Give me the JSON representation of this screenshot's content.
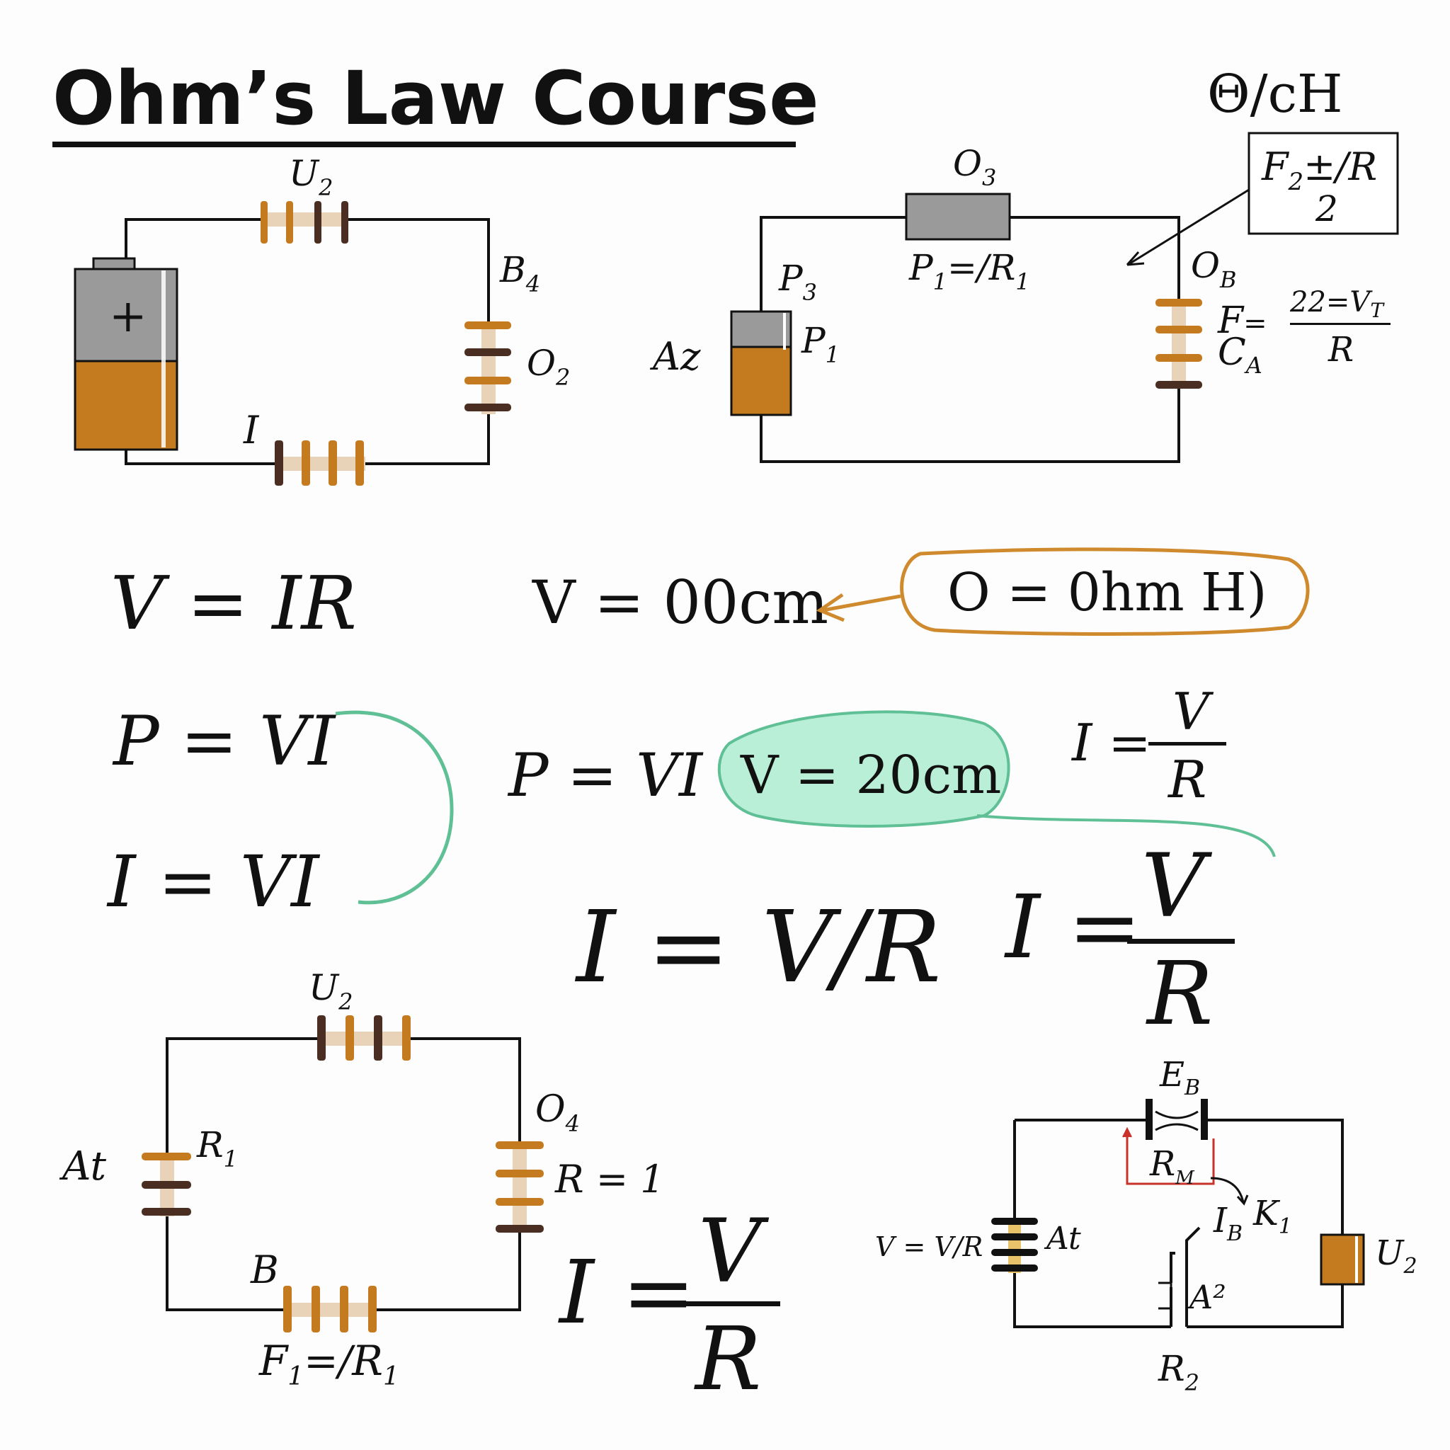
{
  "title": "Ohm’s Law   Course",
  "corner_label": "Θ/cH",
  "circuit_top_left": {
    "label_top": "U",
    "label_top_sub": "2",
    "label_right": "B",
    "label_right_sub": "4",
    "label_res": "O",
    "label_res_sub": "2",
    "label_bottom": "I",
    "battery_sign": "+"
  },
  "circuit_top_right": {
    "label_top": "O",
    "label_top_sub": "3",
    "label_top_res": "P",
    "label_top_res_sub": "1",
    "label_top_res_rest": "=/R",
    "label_top_res_rest_sub": "1",
    "label_p3": "P",
    "label_p3_sub": "3",
    "label_p1": "P",
    "label_p1_sub": "1",
    "label_az": "Az",
    "label_ob": "O",
    "label_ob_sub": "B",
    "label_f": "F",
    "label_f_eq": "=",
    "label_ca": "C",
    "label_ca_sub": "A",
    "frac_num": "22=V",
    "frac_num_sub": "T",
    "frac_den": "R",
    "box_line1": "F",
    "box_line1_sub": "2",
    "box_line1_rest": "±/R",
    "box_line2": "2"
  },
  "equations": {
    "v_ir": "V = IR",
    "v_00cm": "V = 00cm",
    "ohm_note": "O = 0hm  H)",
    "p_vi_left": "P = VI",
    "i_vi": "I = VI",
    "p_vi_mid": "P = VI",
    "v_20cm": "V = 20cm",
    "i_eq_small": "I =",
    "i_frac_small_num": "V",
    "i_frac_small_den": "R",
    "i_v_over_r": "I = V/R",
    "i_eq_big": "I =",
    "i_frac_big_num": "V",
    "i_frac_big_den": "R",
    "i_eq_bottom": "I =",
    "i_frac_bottom_num": "V",
    "i_frac_bottom_den": "R"
  },
  "circuit_bottom_left": {
    "label_top": "U",
    "label_top_sub": "2",
    "label_at": "At",
    "label_r1": "R",
    "label_r1_sub": "1",
    "label_o4": "O",
    "label_o4_sub": "4",
    "label_r_eq": "R = 1",
    "label_b": "B",
    "label_f1": "F",
    "label_f1_sub": "1",
    "label_f1_rest": "=/R",
    "label_f1_rest_sub": "1"
  },
  "circuit_bottom_right": {
    "label_eb": "E",
    "label_eb_sub": "B",
    "label_rm": "R",
    "label_rm_sub": "M",
    "label_ib": "I",
    "label_ib_sub": "B",
    "label_k1": "K",
    "label_k1_sub": "1",
    "label_at": "At",
    "label_vvr": "V = V/R",
    "label_a2": "A²",
    "label_u2": "U",
    "label_u2_sub": "2",
    "label_r2": "R",
    "label_r2_sub": "2"
  },
  "colors": {
    "wire": "#111111",
    "copper": "#c47a1e",
    "dark_brown": "#4a2e22",
    "tan": "#e8d3b8",
    "gray": "#9a9a9a",
    "orange_outline": "#d08a2e",
    "mint_fill": "#b8efd6",
    "teal_stroke": "#5fbf95",
    "red": "#c8322a"
  }
}
